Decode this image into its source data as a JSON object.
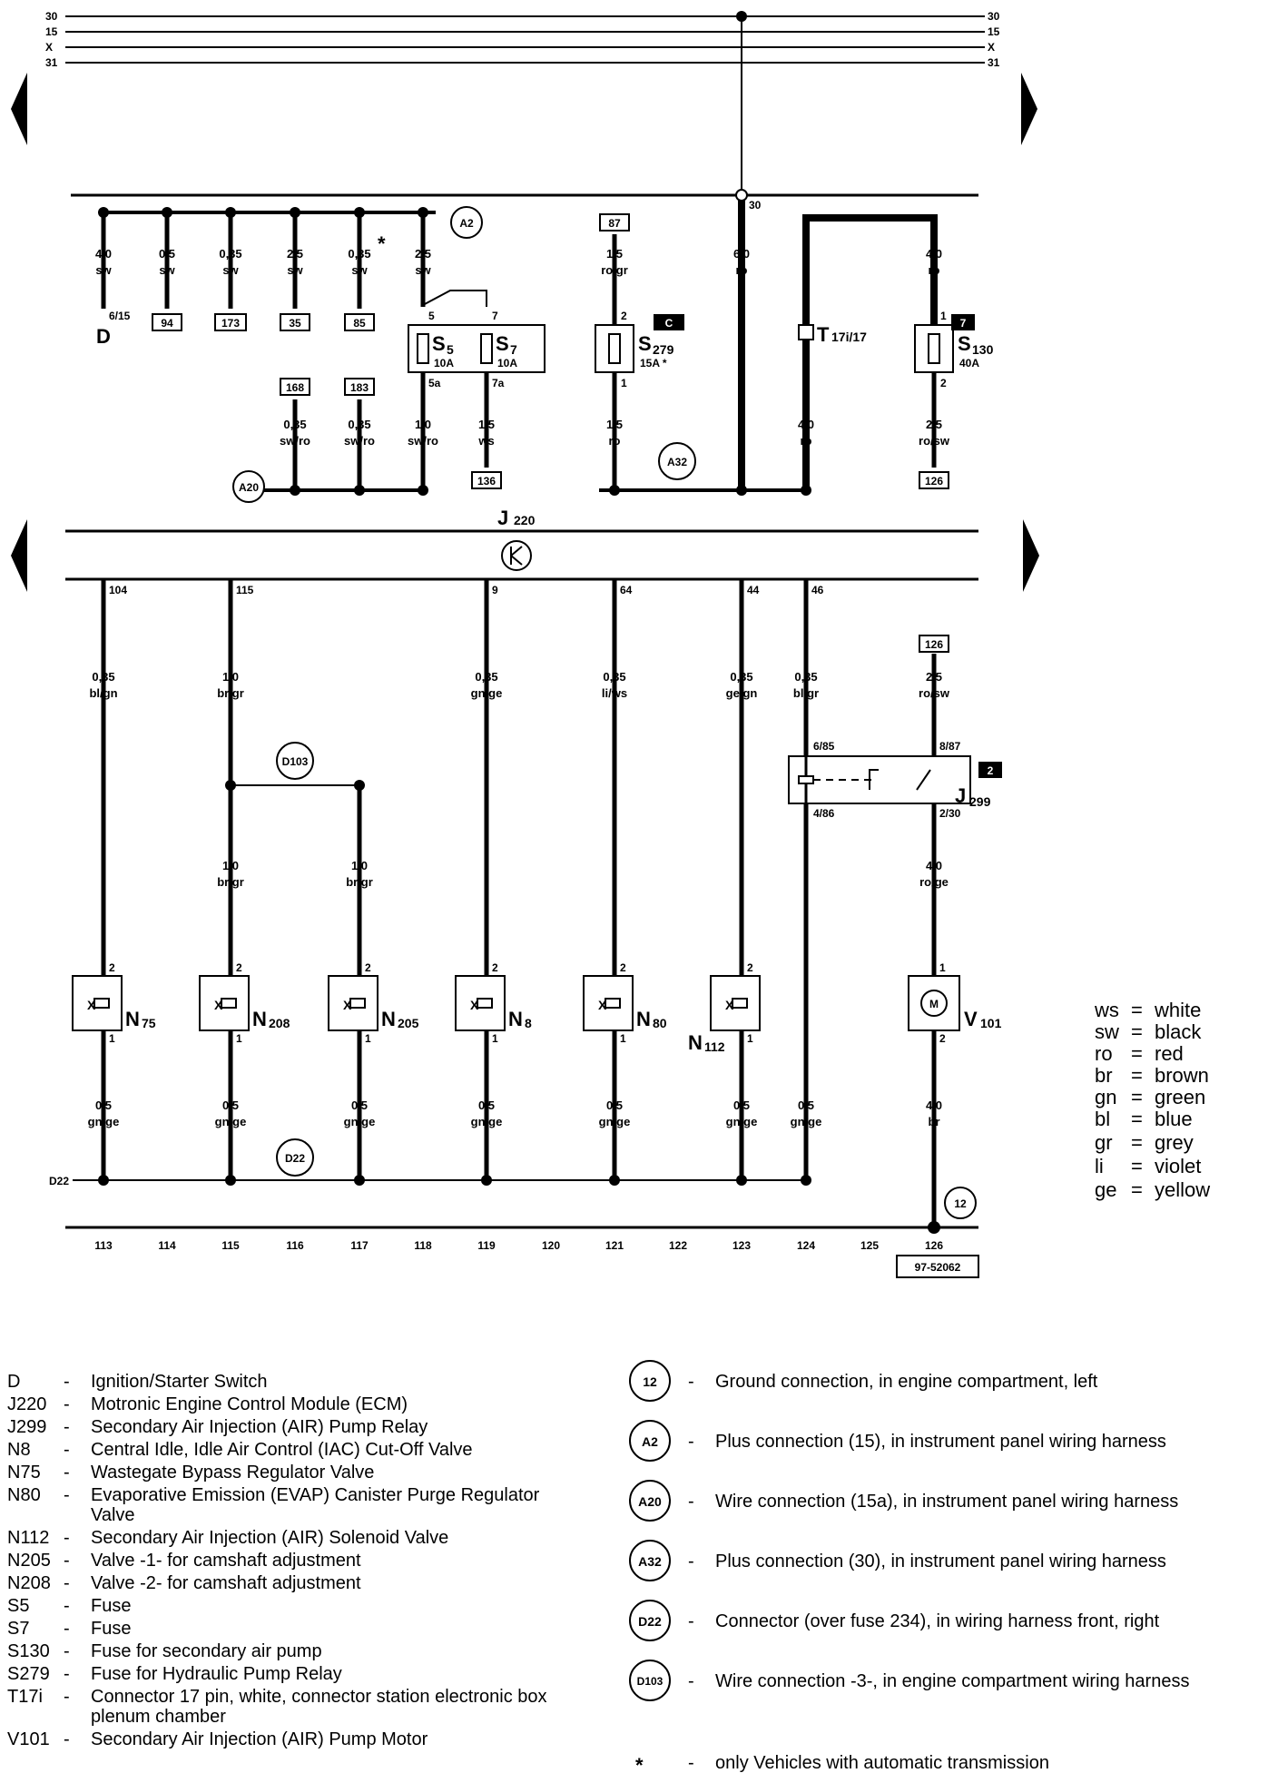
{
  "rails": {
    "left": [
      "30",
      "15",
      "X",
      "31"
    ],
    "right": [
      "30",
      "15",
      "X",
      "31"
    ]
  },
  "top_section": {
    "node30_label": "30",
    "a2_label": "A2",
    "a20_label": "A20",
    "a32_label": "A32",
    "star": "*",
    "d_label": "D",
    "d_pin": "6/15",
    "wires": [
      {
        "gauge": "4,0",
        "color": "sw"
      },
      {
        "gauge": "0,5",
        "color": "sw"
      },
      {
        "gauge": "0,35",
        "color": "sw"
      },
      {
        "gauge": "2,5",
        "color": "sw"
      },
      {
        "gauge": "0,35",
        "color": "sw"
      },
      {
        "gauge": "2,5",
        "color": "sw"
      },
      {
        "gauge": "1,5",
        "color": "ro/gr"
      },
      {
        "gauge": "6,0",
        "color": "ro"
      },
      {
        "gauge": "4,0",
        "color": "ro"
      }
    ],
    "refs": [
      "94",
      "173",
      "35",
      "85",
      "87",
      "168",
      "183",
      "136",
      "126"
    ],
    "lower_wires": [
      {
        "gauge": "0,35",
        "color": "sw/ro"
      },
      {
        "gauge": "0,35",
        "color": "sw/ro"
      },
      {
        "gauge": "1,0",
        "color": "sw/ro"
      },
      {
        "gauge": "1,5",
        "color": "ws"
      },
      {
        "gauge": "1,5",
        "color": "ro"
      },
      {
        "gauge": "4,0",
        "color": "ro"
      },
      {
        "gauge": "2,5",
        "color": "ro/sw"
      }
    ],
    "fuses": {
      "s5": {
        "name": "S",
        "sub": "5",
        "rating": "10A",
        "pin_top": "5",
        "pin_bot": "5a"
      },
      "s7": {
        "name": "S",
        "sub": "7",
        "rating": "10A",
        "pin_top": "7",
        "pin_bot": "7a"
      },
      "s279": {
        "name": "S",
        "sub": "279",
        "rating": "15A *",
        "pin_top": "2",
        "pin_bot": "1",
        "badge": "C"
      },
      "s130": {
        "name": "S",
        "sub": "130",
        "rating": "40A",
        "pin_top": "1",
        "pin_bot": "2",
        "badge": "7"
      }
    },
    "t17": {
      "name": "T",
      "sub": "17i/17"
    }
  },
  "ecm": {
    "name": "J",
    "sub": "220"
  },
  "ecm_pins": [
    "104",
    "115",
    "9",
    "64",
    "44",
    "46"
  ],
  "ecm_wires": [
    {
      "gauge": "0,35",
      "color": "bl/gn"
    },
    {
      "gauge": "1,0",
      "color": "br/gr"
    },
    {
      "gauge": "0,35",
      "color": "gn/ge"
    },
    {
      "gauge": "0,35",
      "color": "li/ws"
    },
    {
      "gauge": "0,35",
      "color": "ge/gn"
    },
    {
      "gauge": "0,35",
      "color": "bl/gr"
    },
    {
      "gauge": "2,5",
      "color": "ro/sw"
    }
  ],
  "d103": {
    "label": "D103",
    "wire": {
      "gauge": "1,0",
      "color": "br/gr"
    }
  },
  "relay": {
    "name": "J",
    "sub": "299",
    "badge": "2",
    "pins": [
      "6/85",
      "8/87",
      "4/86",
      "2/30"
    ],
    "ref": "126",
    "out_wire": {
      "gauge": "4,0",
      "color": "ro/ge"
    }
  },
  "valves": [
    {
      "name": "N",
      "sub": "75"
    },
    {
      "name": "N",
      "sub": "208"
    },
    {
      "name": "N",
      "sub": "205"
    },
    {
      "name": "N",
      "sub": "8"
    },
    {
      "name": "N",
      "sub": "80"
    },
    {
      "name": "N",
      "sub": "112"
    }
  ],
  "motor": {
    "name": "V",
    "sub": "101",
    "symbol": "M",
    "pin_top": "1",
    "pin_bot": "2",
    "wire": {
      "gauge": "4,0",
      "color": "br"
    }
  },
  "valve_pin_top": "2",
  "valve_pin_bot": "1",
  "ground_wire": {
    "gauge": "0,5",
    "color": "gn/ge"
  },
  "d22": {
    "label": "D22",
    "line_label": "D22"
  },
  "ground12": "12",
  "columns": [
    "113",
    "114",
    "115",
    "116",
    "117",
    "118",
    "119",
    "120",
    "121",
    "122",
    "123",
    "124",
    "125",
    "126"
  ],
  "doc_id": "97-52062",
  "color_legend": [
    {
      "code": "ws",
      "sep": "=",
      "name": "white"
    },
    {
      "code": "sw",
      "sep": "=",
      "name": "black"
    },
    {
      "code": "ro",
      "sep": "=",
      "name": "red"
    },
    {
      "code": "br",
      "sep": "=",
      "name": "brown"
    },
    {
      "code": "gn",
      "sep": "=",
      "name": "green"
    },
    {
      "code": "bl",
      "sep": "=",
      "name": "blue"
    },
    {
      "code": "gr",
      "sep": "=",
      "name": "grey"
    },
    {
      "code": "li",
      "sep": "=",
      "name": "violet"
    },
    {
      "code": "ge",
      "sep": "=",
      "name": "yellow"
    }
  ],
  "components": [
    {
      "code": "D",
      "desc": "Ignition/Starter Switch"
    },
    {
      "code": "J220",
      "desc": "Motronic Engine Control Module (ECM)"
    },
    {
      "code": "J299",
      "desc": "Secondary Air Injection (AIR) Pump Relay"
    },
    {
      "code": "N8",
      "desc": "Central Idle, Idle Air Control (IAC) Cut-Off Valve"
    },
    {
      "code": "N75",
      "desc": "Wastegate Bypass Regulator Valve"
    },
    {
      "code": "N80",
      "desc": "Evaporative Emission (EVAP) Canister Purge  Regulator",
      "desc2": "Valve"
    },
    {
      "code": "N112",
      "desc": "Secondary Air Injection (AIR) Solenoid Valve"
    },
    {
      "code": "N205",
      "desc": "Valve -1- for camshaft adjustment"
    },
    {
      "code": "N208",
      "desc": "Valve -2- for camshaft adjustment"
    },
    {
      "code": "S5",
      "desc": "Fuse"
    },
    {
      "code": "S7",
      "desc": "Fuse"
    },
    {
      "code": "S130",
      "desc": "Fuse for secondary air pump"
    },
    {
      "code": "S279",
      "desc": "Fuse for Hydraulic Pump Relay"
    },
    {
      "code": "T17i",
      "desc": "Connector 17 pin, white, connector station electronic box",
      "desc2": "plenum chamber"
    },
    {
      "code": "V101",
      "desc": "Secondary Air Injection (AIR) Pump Motor"
    }
  ],
  "connections": [
    {
      "sym": "12",
      "desc": "Ground connection, in engine compartment, left"
    },
    {
      "sym": "A2",
      "desc": "Plus connection (15), in instrument panel wiring harness"
    },
    {
      "sym": "A20",
      "desc": "Wire connection (15a), in instrument panel wiring harness"
    },
    {
      "sym": "A32",
      "desc": "Plus connection (30), in instrument panel wiring harness"
    },
    {
      "sym": "D22",
      "desc": "Connector (over fuse 234), in wiring harness front, right"
    },
    {
      "sym": "D103",
      "desc": "Wire connection -3-, in engine compartment wiring harness"
    }
  ],
  "footnote": {
    "sym": "*",
    "desc": "only Vehicles with automatic transmission"
  },
  "legend_dash": "-"
}
